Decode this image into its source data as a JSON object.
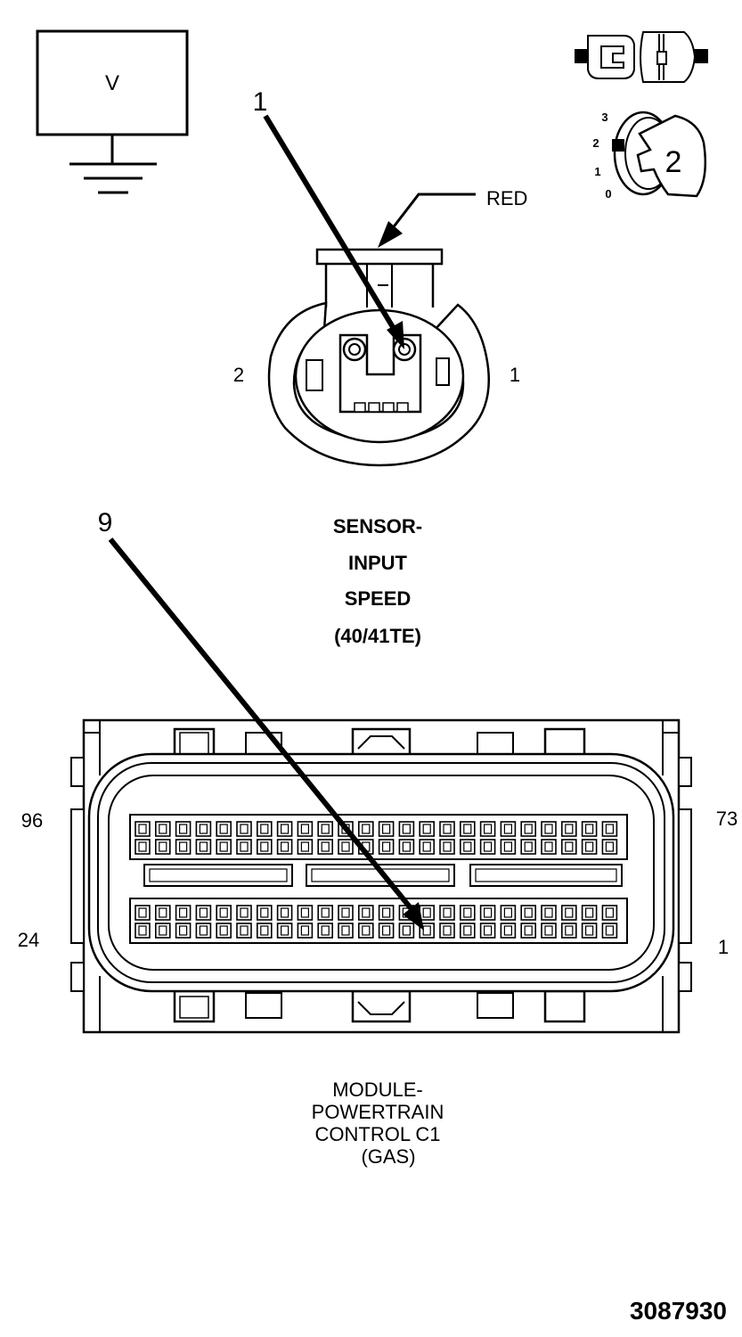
{
  "meter": {
    "symbol": "V"
  },
  "ignition": {
    "positions": [
      "3",
      "2",
      "1",
      "0"
    ],
    "key_position": "2"
  },
  "sensor_connector": {
    "wire_color": "RED",
    "pin_left": "2",
    "pin_right": "1",
    "callout": "1",
    "title_lines": [
      "SENSOR-",
      "INPUT",
      "SPEED",
      "(40/41TE)"
    ]
  },
  "pcm_connector": {
    "callout": "9",
    "pin_top_left": "96",
    "pin_top_right": "73",
    "pin_bottom_left": "24",
    "pin_bottom_right": "1",
    "title_lines": [
      "MODULE-",
      "POWERTRAIN",
      "CONTROL C1",
      "(GAS)"
    ]
  },
  "figure_id": "3087930"
}
